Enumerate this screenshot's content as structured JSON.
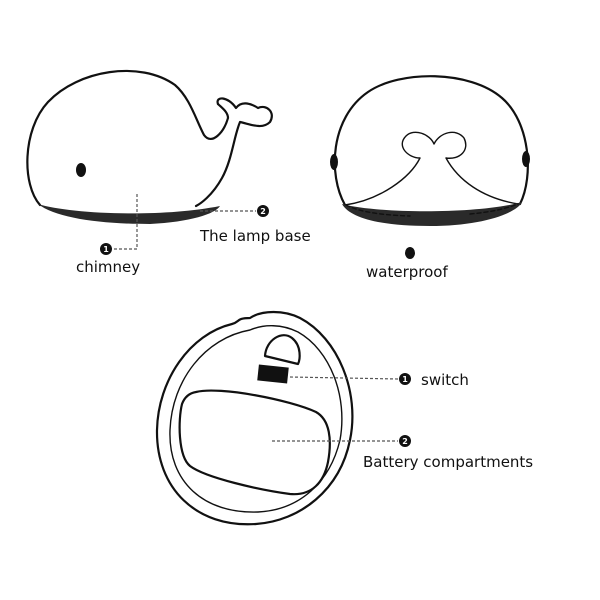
{
  "labels": {
    "chimney": "chimney",
    "lamp_base": "The lamp base",
    "waterproof": "waterproof",
    "switch": "switch",
    "battery": "Battery compartments"
  },
  "markers": {
    "one": "1",
    "two": "2"
  },
  "colors": {
    "ink": "#111111",
    "base": "#2a2a2a",
    "leader": "#555555"
  }
}
